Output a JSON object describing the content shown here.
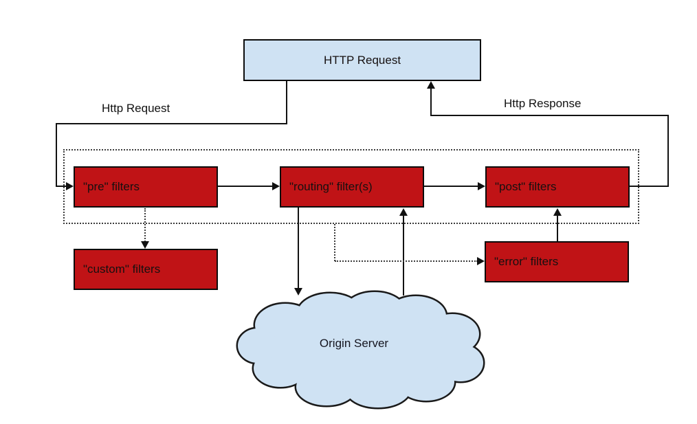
{
  "diagram": {
    "title_box": {
      "label": "HTTP Request"
    },
    "edge_labels": {
      "http_request": "Http Request",
      "http_response": "Http Response"
    },
    "filters": {
      "pre": "\"pre\" filters",
      "routing": "\"routing\" filter(s)",
      "post": "\"post\" filters",
      "custom": "\"custom\" filters",
      "error": "\"error\" filters"
    },
    "origin_server": {
      "label": "Origin Server"
    },
    "colors": {
      "box_blue": "#cfe2f3",
      "box_red": "#c01316",
      "outline": "#0b0b0b",
      "line": "#111111",
      "dotted": "#3a3a3a",
      "background": "#ffffff"
    }
  }
}
